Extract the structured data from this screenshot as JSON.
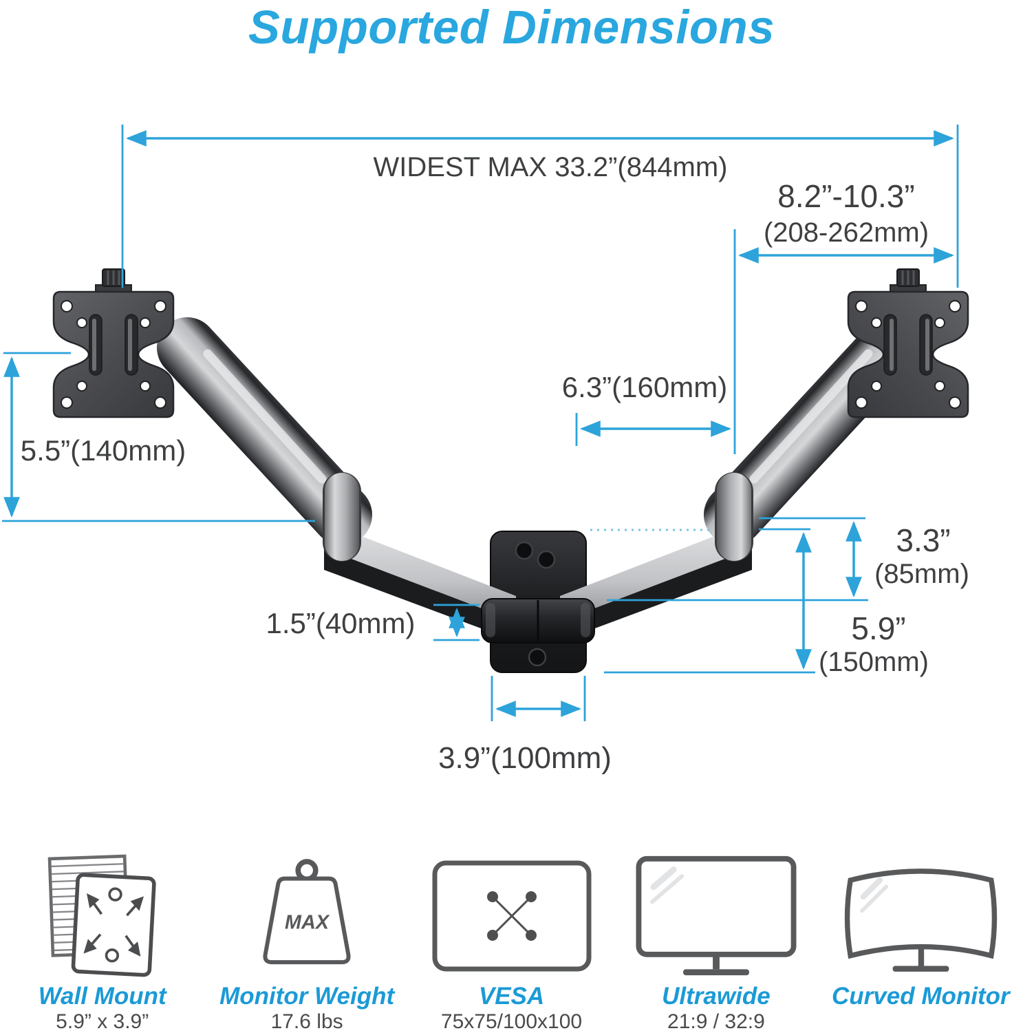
{
  "title": "Supported Dimensions",
  "colors": {
    "title_blue": "#29a7de",
    "dimension_blue": "#2da3da",
    "feature_label_blue": "#1b9ad6",
    "text_dark": "#3e3f41"
  },
  "dimensions": {
    "widest_max": "WIDEST MAX 33.2”(844mm)",
    "arm_reach": "8.2”-10.3”",
    "arm_reach_mm": "(208-262mm)",
    "forearm": "6.3”(160mm)",
    "vesa_height": "5.5”(140mm)",
    "drop": "1.5”(40mm)",
    "pivot": "3.3”",
    "pivot_mm": "(85mm)",
    "plate_height": "5.9”",
    "plate_height_mm": "(150mm)",
    "plate_width": "3.9”(100mm)"
  },
  "features": [
    {
      "label": "Wall Mount",
      "value": "5.9” x 3.9”"
    },
    {
      "label": "Monitor Weight",
      "value": "17.6 lbs",
      "badge": "MAX"
    },
    {
      "label": "VESA",
      "value": "75x75/100x100"
    },
    {
      "label": "Ultrawide",
      "value": "21:9 / 32:9"
    },
    {
      "label": "Curved Monitor",
      "value": ""
    }
  ]
}
